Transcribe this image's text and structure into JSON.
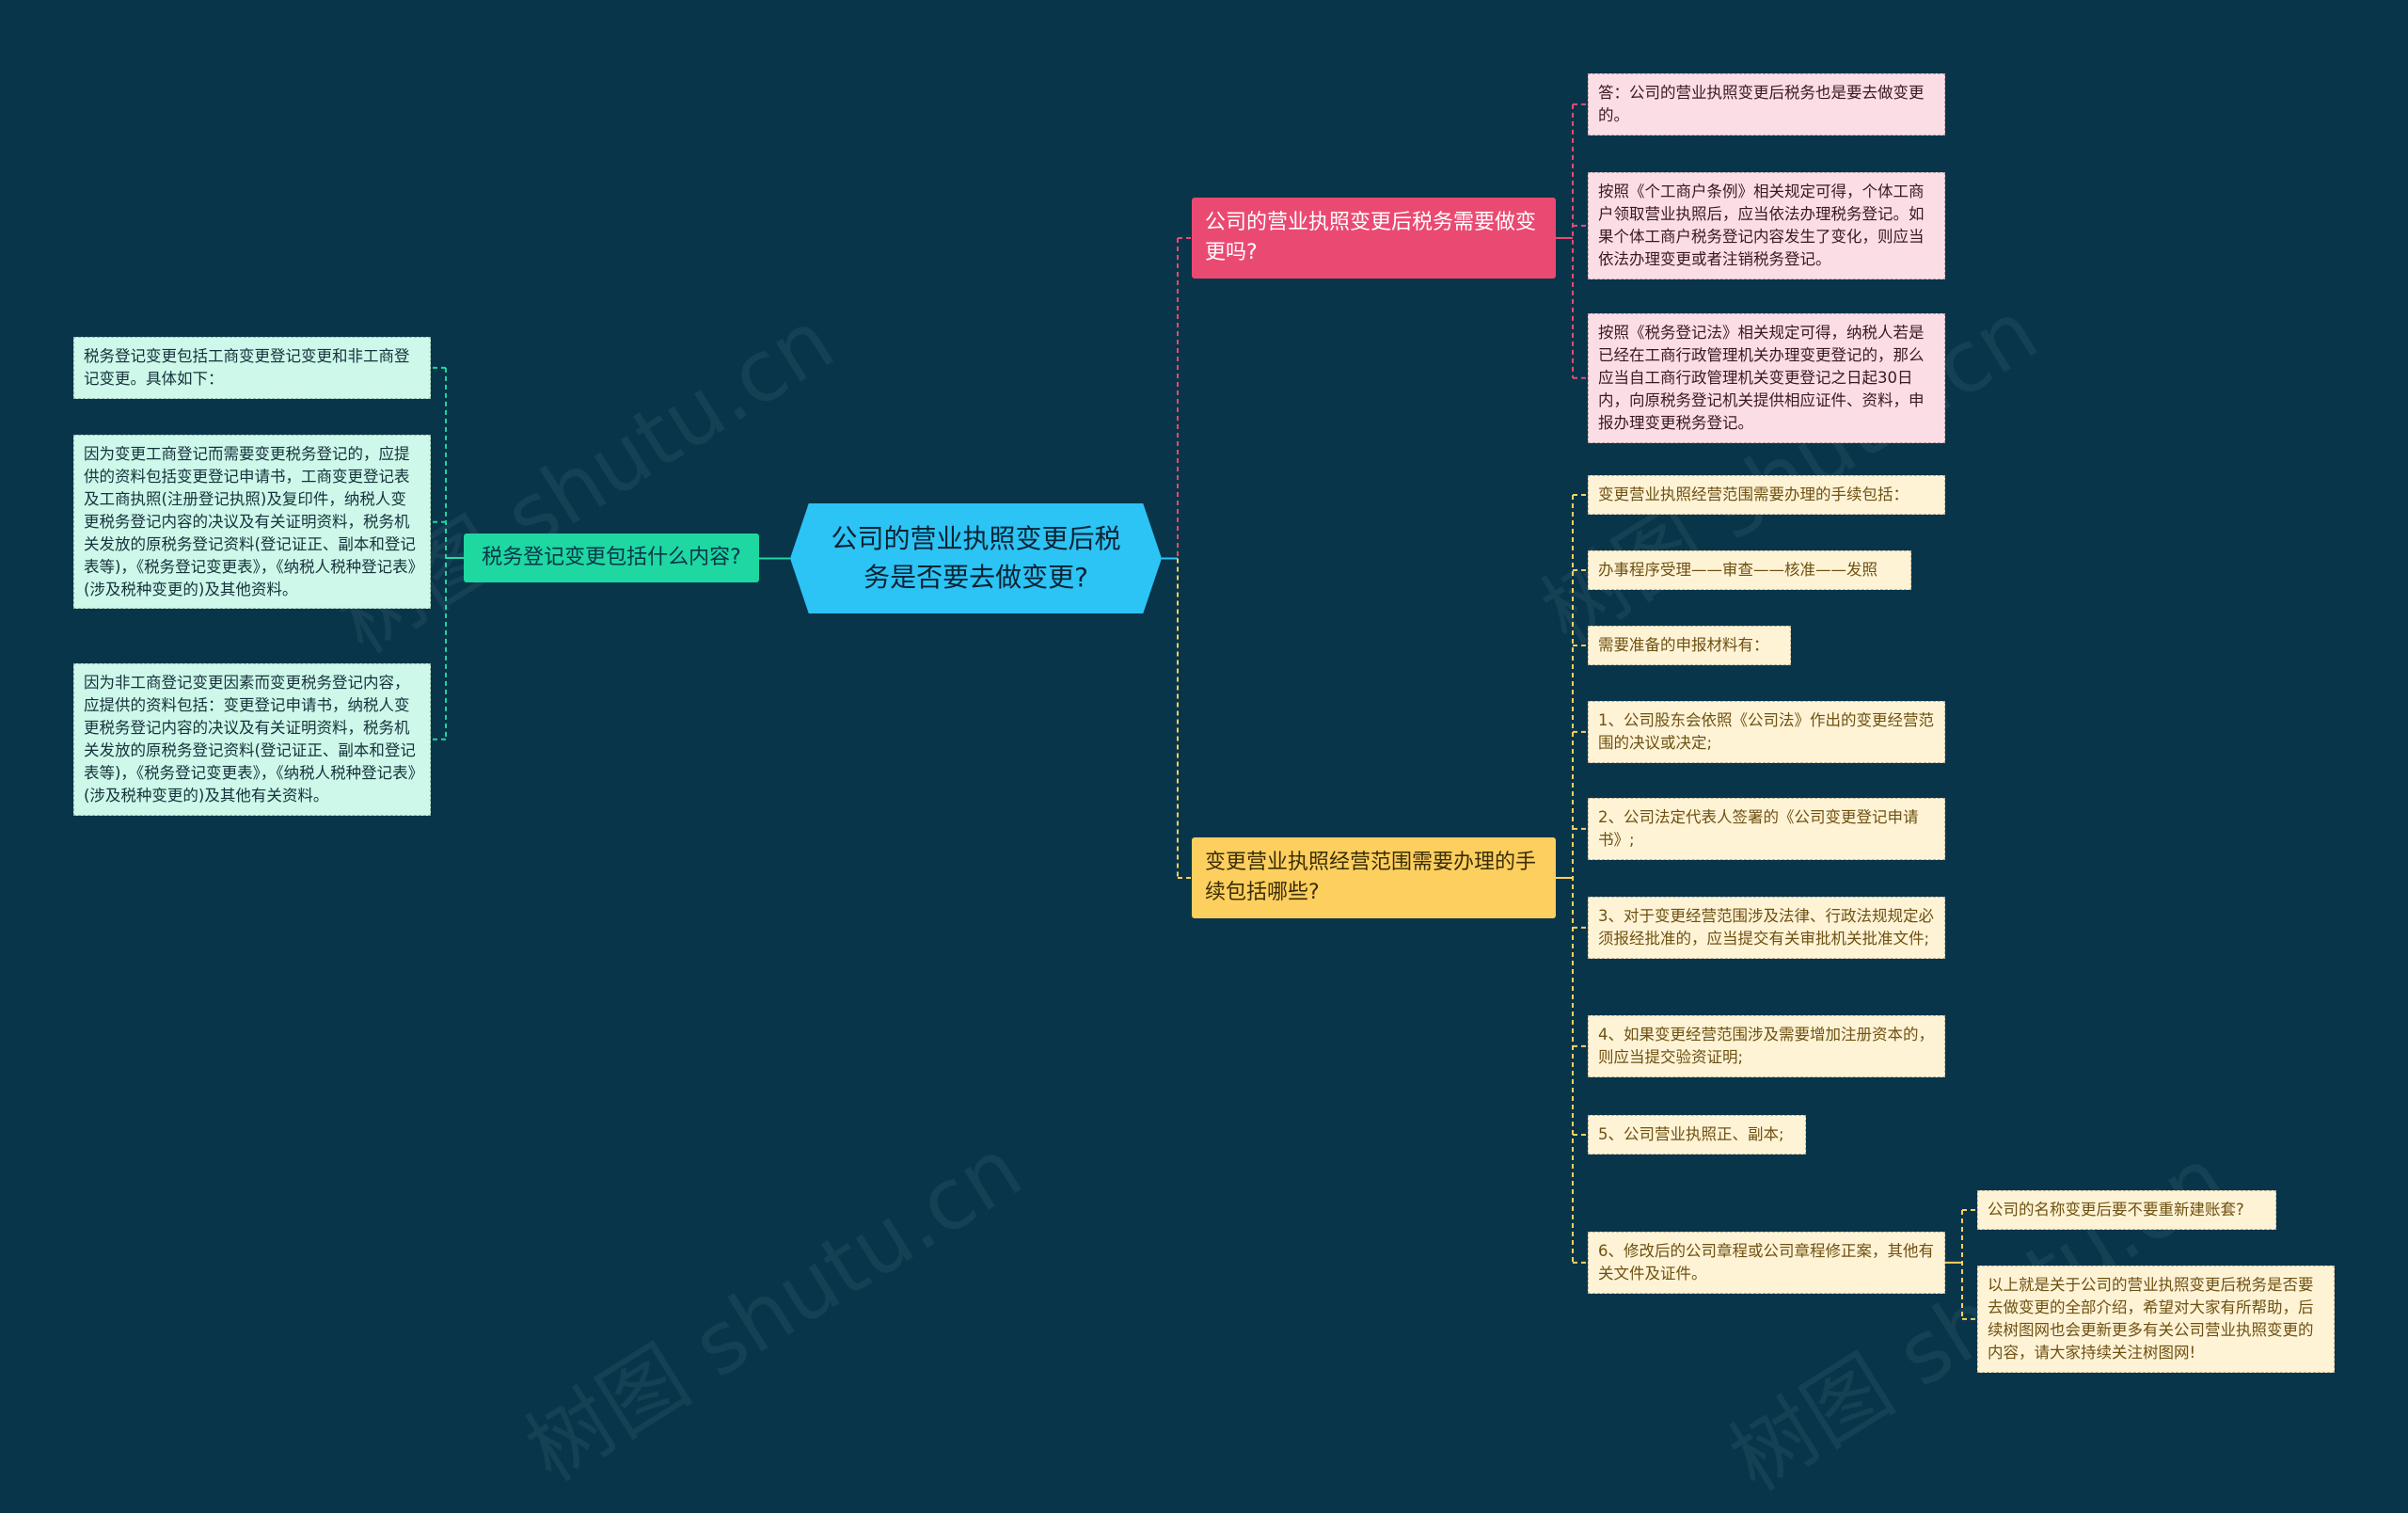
{
  "center": {
    "text": "公司的营业执照变更后税务是否要去做变更?"
  },
  "branch_pink": {
    "text": "公司的营业执照变更后税务需要做变更吗?",
    "color": "#ea4a72",
    "leaves": [
      "答：公司的营业执照变更后税务也是要去做变更的。",
      "按照《个工商户条例》相关规定可得，个体工商户领取营业执照后，应当依法办理税务登记。如果个体工商户税务登记内容发生了变化，则应当依法办理变更或者注销税务登记。",
      "按照《税务登记法》相关规定可得，纳税人若是已经在工商行政管理机关办理变更登记的，那么应当自工商行政管理机关变更登记之日起30日内，向原税务登记机关提供相应证件、资料，申报办理变更税务登记。"
    ]
  },
  "branch_yellow": {
    "text": "变更营业执照经营范围需要办理的手续包括哪些?",
    "color": "#fdcf5e",
    "leaves": [
      "变更营业执照经营范围需要办理的手续包括：",
      "办事程序受理——审查——核准——发照",
      "需要准备的申报材料有：",
      "1、公司股东会依照《公司法》作出的变更经营范围的决议或决定;",
      "2、公司法定代表人签署的《公司变更登记申请书》;",
      "3、对于变更经营范围涉及法律、行政法规规定必须报经批准的，应当提交有关审批机关批准文件;",
      "4、如果变更经营范围涉及需要增加注册资本的，则应当提交验资证明;",
      "5、公司营业执照正、副本;",
      "6、修改后的公司章程或公司章程修正案，其他有关文件及证件。"
    ],
    "sub_leaves": [
      "公司的名称变更后要不要重新建账套?",
      "以上就是关于公司的营业执照变更后税务是否要去做变更的全部介绍，希望对大家有所帮助，后续树图网也会更新更多有关公司营业执照变更的内容，请大家持续关注树图网!"
    ]
  },
  "branch_green": {
    "text": "税务登记变更包括什么内容?",
    "color": "#1ed7a1",
    "leaves": [
      "税务登记变更包括工商变更登记变更和非工商登记变更。具体如下：",
      "因为变更工商登记而需要变更税务登记的，应提供的资料包括变更登记申请书，工商变更登记表及工商执照(注册登记执照)及复印件，纳税人变更税务登记内容的决议及有关证明资料，税务机关发放的原税务登记资料(登记证正、副本和登记表等)，《税务登记变更表》，《纳税人税种登记表》(涉及税种变更的)及其他资料。",
      "因为非工商登记变更因素而变更税务登记内容，应提供的资料包括：变更登记申请书，纳税人变更税务登记内容的决议及有关证明资料，税务机关发放的原税务登记资料(登记证正、副本和登记表等)，《税务登记变更表》，《纳税人税种登记表》(涉及税种变更的)及其他有关资料。"
    ]
  },
  "watermark": "树图 shutu.cn"
}
